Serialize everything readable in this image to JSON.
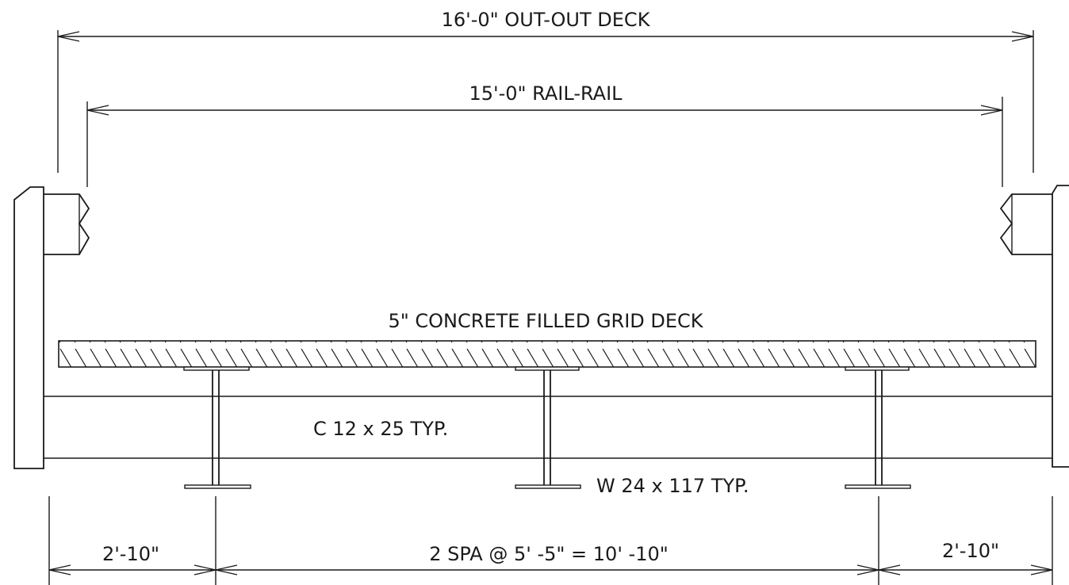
{
  "labels": {
    "out_out_deck": "16'-0\"  OUT-OUT DECK",
    "rail_rail": "15'-0\"  RAIL-RAIL",
    "grid_deck": "5\" CONCRETE FILLED GRID DECK",
    "channel": "C 12 x 25 TYP.",
    "girder": "W 24 x 117 TYP.",
    "left_overhang": "2'-10\"",
    "spacing": "2 SPA @ 5' -5\" = 10' -10\"",
    "right_overhang": "2'-10\""
  }
}
